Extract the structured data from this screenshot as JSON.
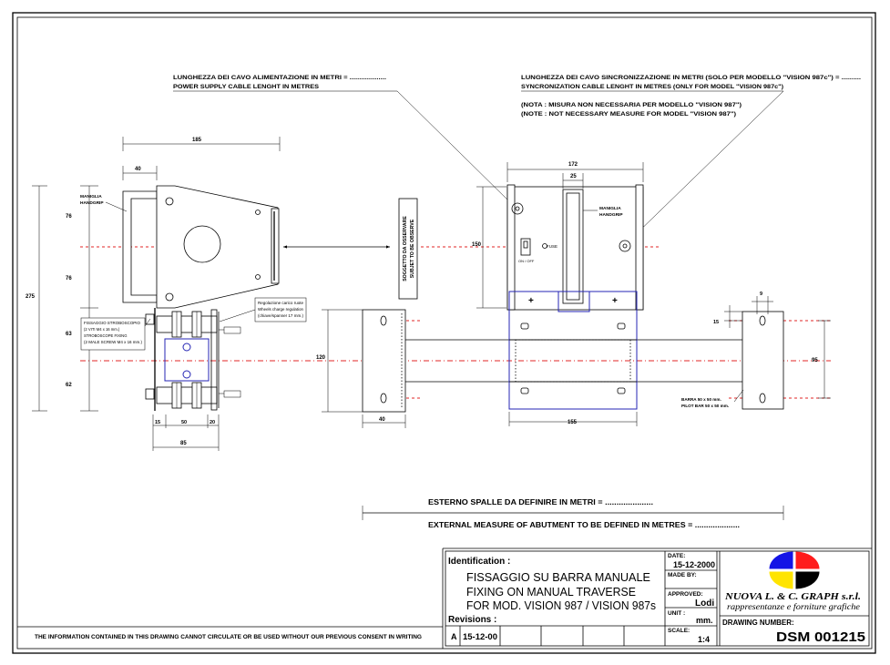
{
  "notes": {
    "power_cable_it": "LUNGHEZZA DEI CAVO ALIMENTAZIONE  IN METRI = ...................",
    "power_cable_en": "POWER SUPPLY CABLE LENGHT IN METRES",
    "sync_cable_it": "LUNGHEZZA DEI CAVO SINCRONIZZAZIONE IN METRI (SOLO PER MODELLO \"VISION 987c\") = ..........",
    "sync_cable_en": "SYNCRONIZATION CABLE LENGHT IN METRES (ONLY FOR MODEL \"VISION 987c\")",
    "nota_it": "(NOTA : MISURA NON NECESSARIA PER MODELLO \"VISION 987\")",
    "note_en": "(NOTE : NOT NECESSARY MEASURE FOR MODEL \"VISION 987\")",
    "abutment_it": "ESTERNO SPALLE DA DEFINIRE IN METRI = .....................",
    "abutment_en": "EXTERNAL MEASURE OF ABUTMENT TO BE DEFINED IN METRES = ...................."
  },
  "side_view": {
    "dims": {
      "width": "185",
      "handle": "40",
      "upper_a": "76",
      "upper_b": "76",
      "total": "275",
      "lower_a": "63",
      "lower_b": "62",
      "w1": "15",
      "w2": "50",
      "w3": "20",
      "w_total": "85"
    },
    "handle_label": [
      "MANIGLIA",
      "HANDGRIP"
    ],
    "stroboscope_fixing": [
      "FISSAGGIO STROBOSCOPIO",
      "(2 VITI M4 x 16 mm.)",
      "STROBOSCOPE FIXING",
      "(2 MALE SCREW M4 x 16 mm.)"
    ],
    "wheel_regulation": [
      "Regolazione carico ruote",
      "Wheels charge regulation",
      "(chiave/spanner 17 mm.)"
    ]
  },
  "subject": [
    "SOGGETTO DA OSSERVARE",
    "SUBJET TO BE OBSERVE"
  ],
  "bar_end_left": {
    "height": "120",
    "width": "40"
  },
  "front_view": {
    "width": "172",
    "handle_width": "25",
    "height": "150",
    "handle_label": [
      "MANIGLIA",
      "HANDGRIP"
    ],
    "switch_label": "ON / OFF",
    "fuse_label": "FUSE",
    "bracket_width": "155"
  },
  "bar_end_right": {
    "hole": "9",
    "offset": "15",
    "spacing": "95",
    "bar_label": [
      "BARRA 50 x 50 mm.",
      "PILOT BAR 50 x 50 mm."
    ]
  },
  "title_block": {
    "identification_label": "Identification :",
    "title_lines": [
      "FISSAGGIO SU BARRA  MANUALE",
      "FIXING ON MANUAL TRAVERSE",
      "FOR MOD. VISION 987 / VISION 987s"
    ],
    "revisions_label": "Revisions :",
    "revision": {
      "letter": "A",
      "date": "15-12-00"
    },
    "date_label": "DATE:",
    "date": "15-12-2000",
    "made_by_label": "MADE BY:",
    "approved_label": "APPROVED:",
    "approved": "Lodi",
    "unit_label": "UNIT :",
    "unit": "mm.",
    "scale_label": "SCALE:",
    "scale": "1:4",
    "company": "NUOVA L. & C. GRAPH s.r.l.",
    "company_tagline": "rappresentanze e forniture grafiche",
    "drawing_number_label": "DRAWING NUMBER:",
    "drawing_number": "DSM 001215"
  },
  "footer": "THE INFORMATION CONTAINED IN THIS DRAWING CANNOT CIRCULATE OR BE USED WITHOUT OUR PREVIOUS CONSENT IN WRITING",
  "colors": {
    "centerline": "#e02424",
    "bracket": "#2424b4",
    "logo_blue": "#1414e6",
    "logo_red": "#ff1c1c",
    "logo_yellow": "#ffe400",
    "logo_black": "#000000"
  }
}
